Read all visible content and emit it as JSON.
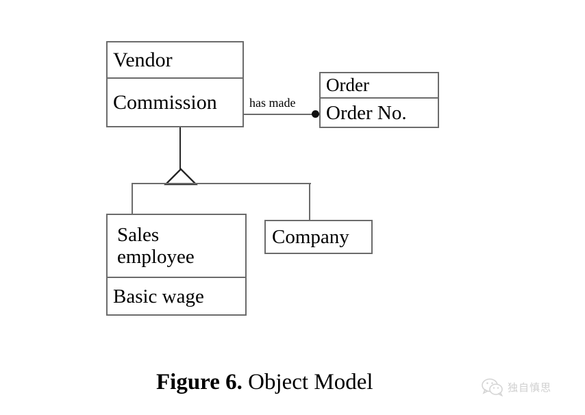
{
  "diagram": {
    "type": "uml-object-model",
    "classes": [
      {
        "id": "vendor",
        "name": "Vendor",
        "attribute": "Commission"
      },
      {
        "id": "order",
        "name": "Order",
        "attribute": "Order No."
      },
      {
        "id": "sales-employee",
        "name": "Sales\nemployee",
        "attribute": "Basic wage"
      },
      {
        "id": "company",
        "name": "Company"
      }
    ],
    "associations": [
      {
        "id": "vendor-order",
        "label": "has made",
        "from": "vendor",
        "to": "order",
        "end_marker": "filled-dot"
      }
    ],
    "generalization": {
      "parent": "vendor",
      "children": [
        "sales-employee",
        "company"
      ],
      "marker": "hollow-triangle"
    },
    "colors": {
      "stroke": "#6b6b6b",
      "line": "#262626",
      "text": "#000000",
      "background": "#ffffff",
      "watermark": "#cfcfcf"
    }
  },
  "caption": {
    "label": "Figure 6.",
    "title": "Object Model"
  },
  "watermark": {
    "icon": "wechat-icon",
    "text": "独自慎思"
  }
}
